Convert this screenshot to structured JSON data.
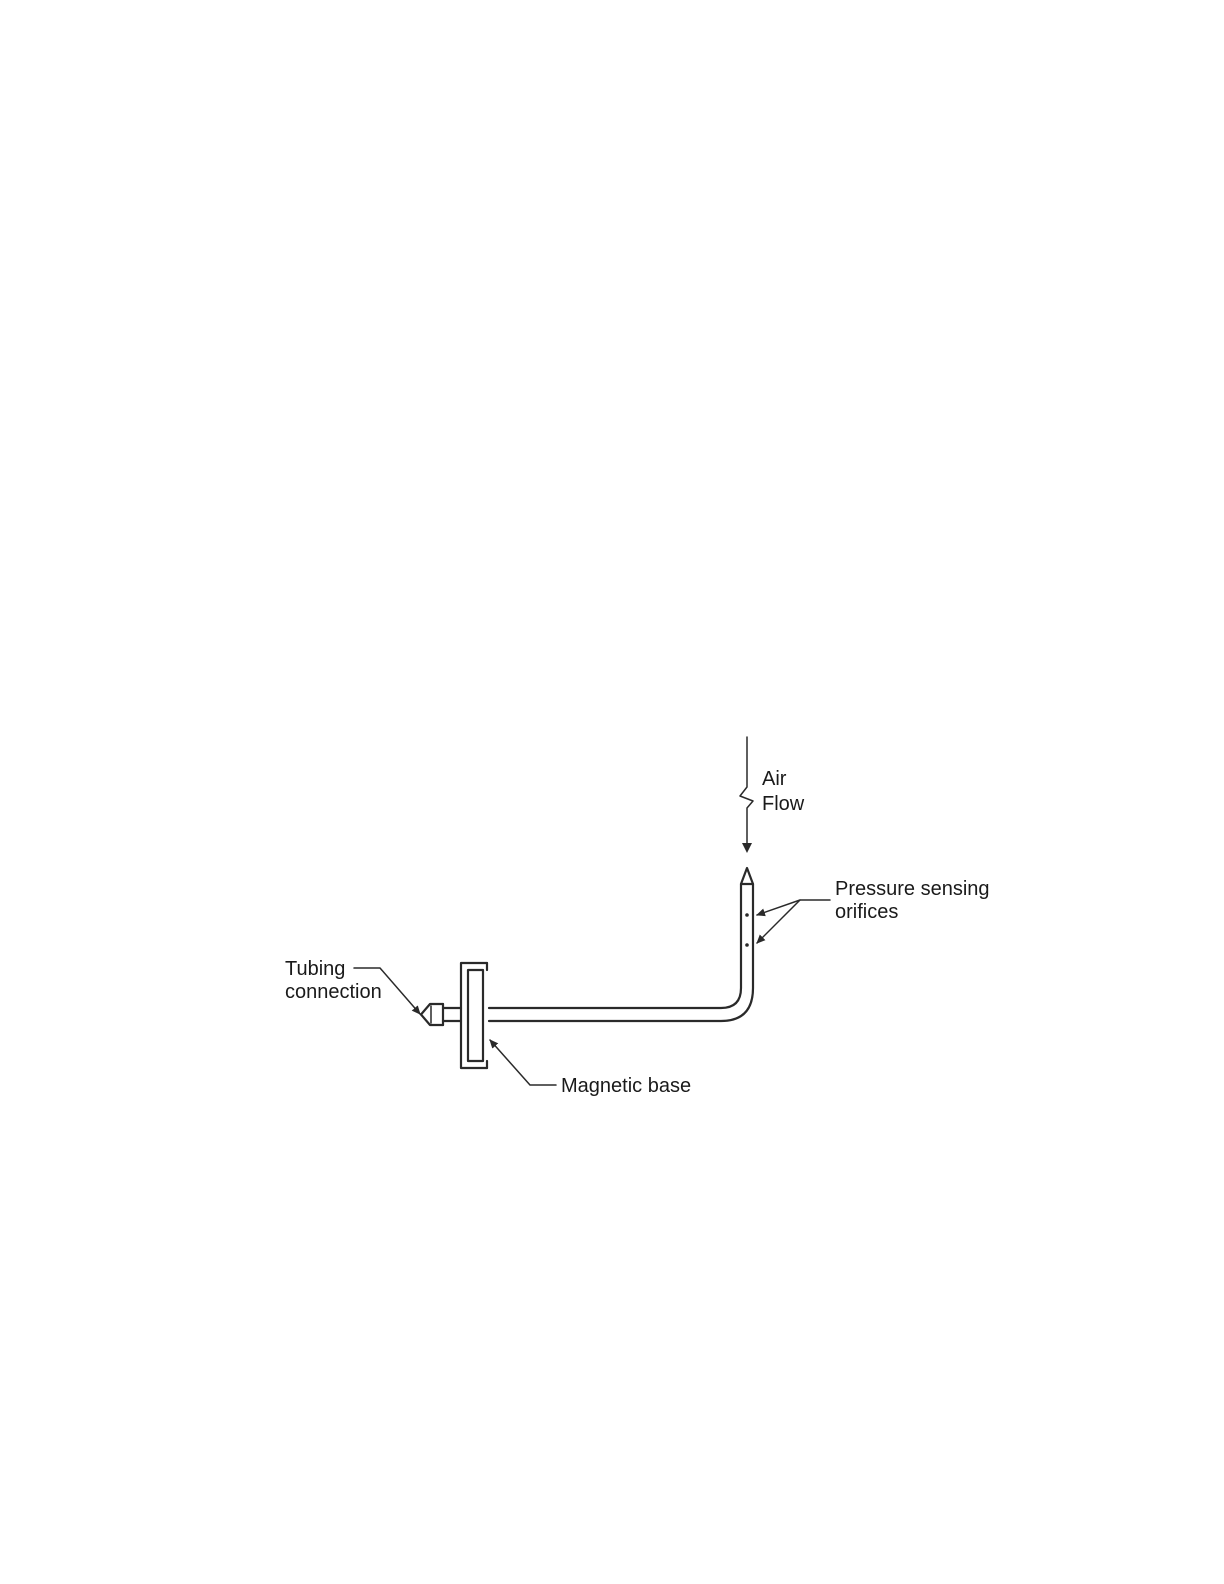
{
  "labels": {
    "air_flow_line1": "Air",
    "air_flow_line2": "Flow",
    "pressure_line1": "Pressure sensing",
    "pressure_line2": "orifices",
    "tubing_line1": "Tubing",
    "tubing_line2": "connection",
    "magnetic_base": "Magnetic base"
  },
  "colors": {
    "line": "#2a2a2a",
    "text": "#1a1a1a",
    "background": "#ffffff"
  },
  "icons": {
    "probe": "static-pressure-probe-icon",
    "airflow_arrow": "down-arrow-icon"
  }
}
